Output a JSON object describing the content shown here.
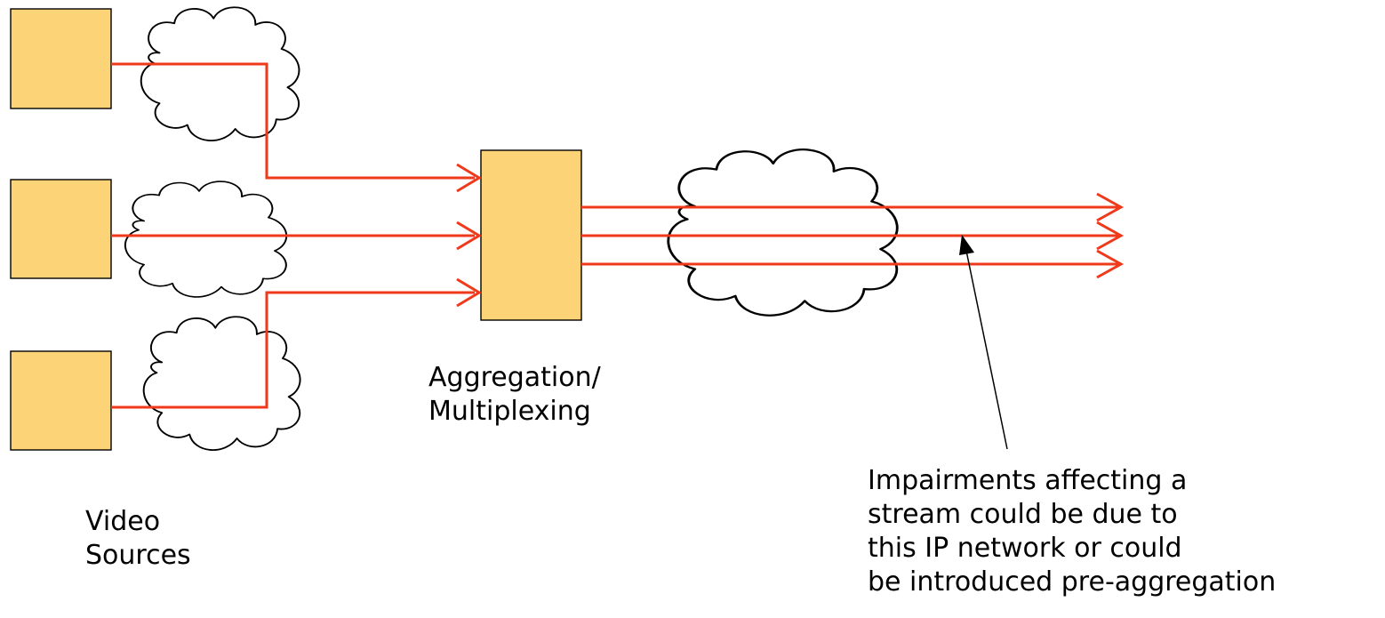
{
  "labels": {
    "video_sources": [
      "Video",
      "Sources"
    ],
    "aggregation": [
      "Aggregation/",
      "Multiplexing"
    ],
    "impairments": [
      "Impairments affecting a",
      "stream could be due to",
      "this IP network or could",
      "be introduced pre-aggregation"
    ]
  },
  "colors": {
    "box_fill": "#fdd377",
    "stream": "#f0391b",
    "outline": "#000000",
    "cloud_fill": "#ffffff"
  },
  "nodes": {
    "sources": [
      "video-source-1",
      "video-source-2",
      "video-source-3"
    ],
    "aggregator": "aggregation-multiplexer",
    "networks": [
      "access-cloud-1",
      "access-cloud-2",
      "access-cloud-3",
      "ip-network-cloud"
    ]
  }
}
